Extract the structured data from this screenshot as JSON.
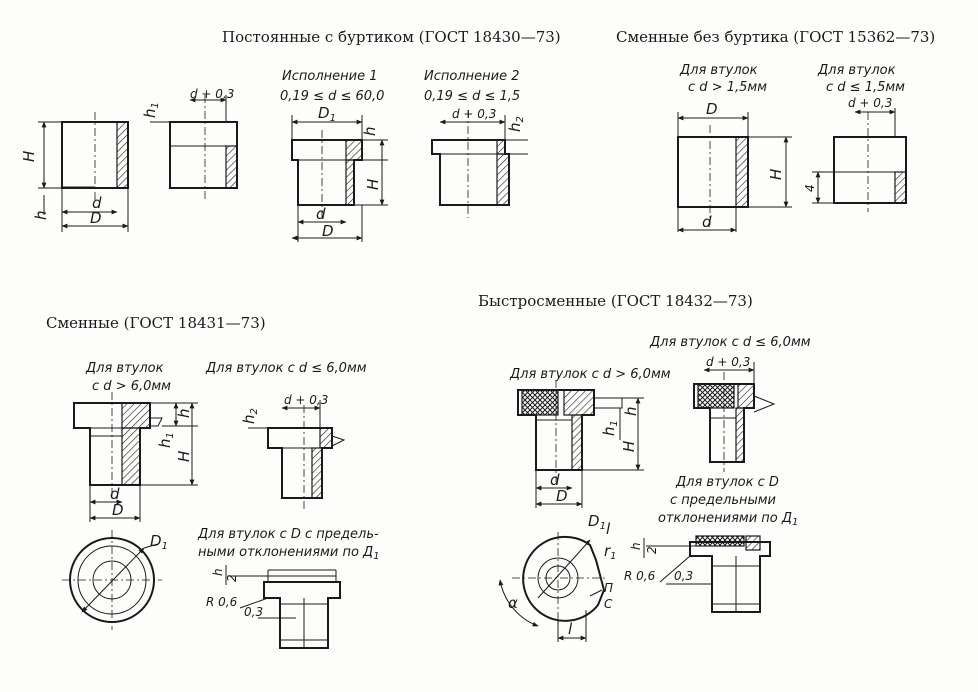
{
  "titles": {
    "permanent": "Постоянные с буртиком (ГОСТ 18430—73)",
    "replaceable_no_collar": "Сменные без буртика (ГОСТ 15362—73)",
    "replaceable": "Сменные (ГОСТ 18431—73)",
    "quick": "Быстросменные (ГОСТ 18432—73)"
  },
  "permanent": {
    "ver1": "Исполнение 1",
    "ver1_range": "0,19 ≤ d ≤ 60,0",
    "ver2": "Исполнение 2",
    "ver2_range": "0,19 ≤ d ≤ 1,5",
    "dim_H": "H",
    "dim_h": "h",
    "dim_h1": "h",
    "dim_h1_sub": "1",
    "dim_h2": "h",
    "dim_h2_sub": "2",
    "dim_d": "d",
    "dim_D": "D",
    "dim_D1": "D",
    "dim_D1_sub": "1",
    "dim_d03": "d + 0,3"
  },
  "no_collar": {
    "big_label_1": "Для втулок",
    "big_label_2": "c d > 1,5мм",
    "small_label_1": "Для втулок",
    "small_label_2": "c d ≤ 1,5мм",
    "dim_D": "D",
    "dim_H": "H",
    "dim_d": "d",
    "dim_d03": "d + 0,3",
    "dim_4": "4"
  },
  "replaceable": {
    "big_label_1": "Для втулок",
    "big_label_2": "c d > 6,0мм",
    "small_label": "Для втулок c d ≤ 6,0мм",
    "dim_h": "h",
    "dim_h1": "h",
    "dim_h1_sub": "1",
    "dim_H": "H",
    "dim_d": "d",
    "dim_D": "D",
    "dim_h2": "h",
    "dim_h2_sub": "2",
    "dim_d03": "d + 0,3",
    "dim_D1": "D",
    "dim_D1_sub": "1",
    "tol_label_1": "Для втулок с D с предель-",
    "tol_label_2": "ными отклонениями по Д",
    "tol_label_sub": "1",
    "frac_h": "h",
    "frac_2": "2",
    "r06": "R 0,6",
    "dim_03": "0,3"
  },
  "quick": {
    "small_label": "Для втулок с d ≤ 6,0мм",
    "big_label": "Для втулок с d > 6,0мм",
    "dim_d03": "d + 0,3",
    "dim_h": "h",
    "dim_h1": "h",
    "dim_h1_sub": "1",
    "dim_H": "H",
    "dim_d": "d",
    "dim_D": "D",
    "tol_label_1": "Для втулок с D",
    "tol_label_2": "с предельными",
    "tol_label_3": "отклонениями по Д",
    "tol_label_sub": "1",
    "frac_h": "h",
    "frac_2": "2",
    "r06": "R 0,6",
    "dim_03": "0,3",
    "dim_D1": "D",
    "dim_D1_sub": "1",
    "dim_l": "l",
    "dim_r1": "r",
    "dim_r1_sub": "1",
    "dim_alpha": "α",
    "mark_P": "П",
    "mark_C": "C",
    "dim_l2": "l"
  }
}
